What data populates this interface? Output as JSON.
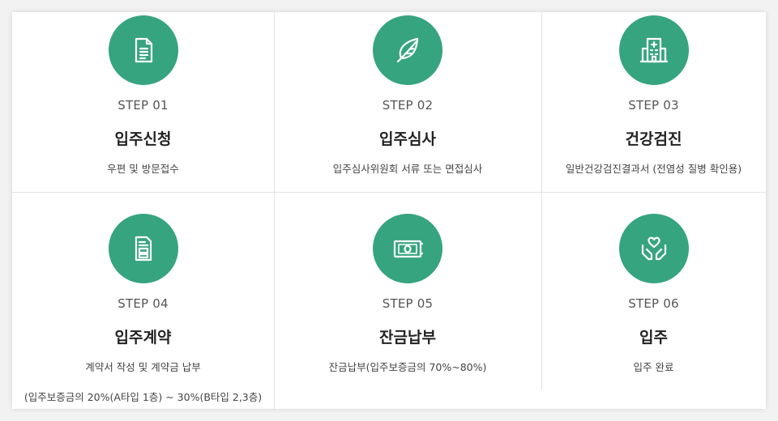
{
  "steps": [
    {
      "step": "STEP 01",
      "title": "입주신청",
      "desc": "우편 및 방문접수",
      "icon": "document-icon"
    },
    {
      "step": "STEP 02",
      "title": "입주심사",
      "desc": "입주심사위원회 서류 또는 면접심사",
      "icon": "leaf-icon"
    },
    {
      "step": "STEP 03",
      "title": "건강검진",
      "desc": "일반건강검진결과서 (전염성 질병 확인용)",
      "icon": "hospital-icon"
    },
    {
      "step": "STEP 04",
      "title": "입주계약",
      "desc": "계약서 작성 및 계약금 납부",
      "desc2": "(입주보증금의 20%(A타입 1층) ~ 30%(B타입 2,3층)",
      "icon": "contract-icon"
    },
    {
      "step": "STEP 05",
      "title": "잔금납부",
      "desc": "잔금납부(입주보증금의 70%~80%)",
      "icon": "money-icon"
    },
    {
      "step": "STEP 06",
      "title": "입주",
      "desc": "입주 완료",
      "icon": "care-hands-icon"
    }
  ],
  "colors": {
    "accent": "#36a47f"
  }
}
